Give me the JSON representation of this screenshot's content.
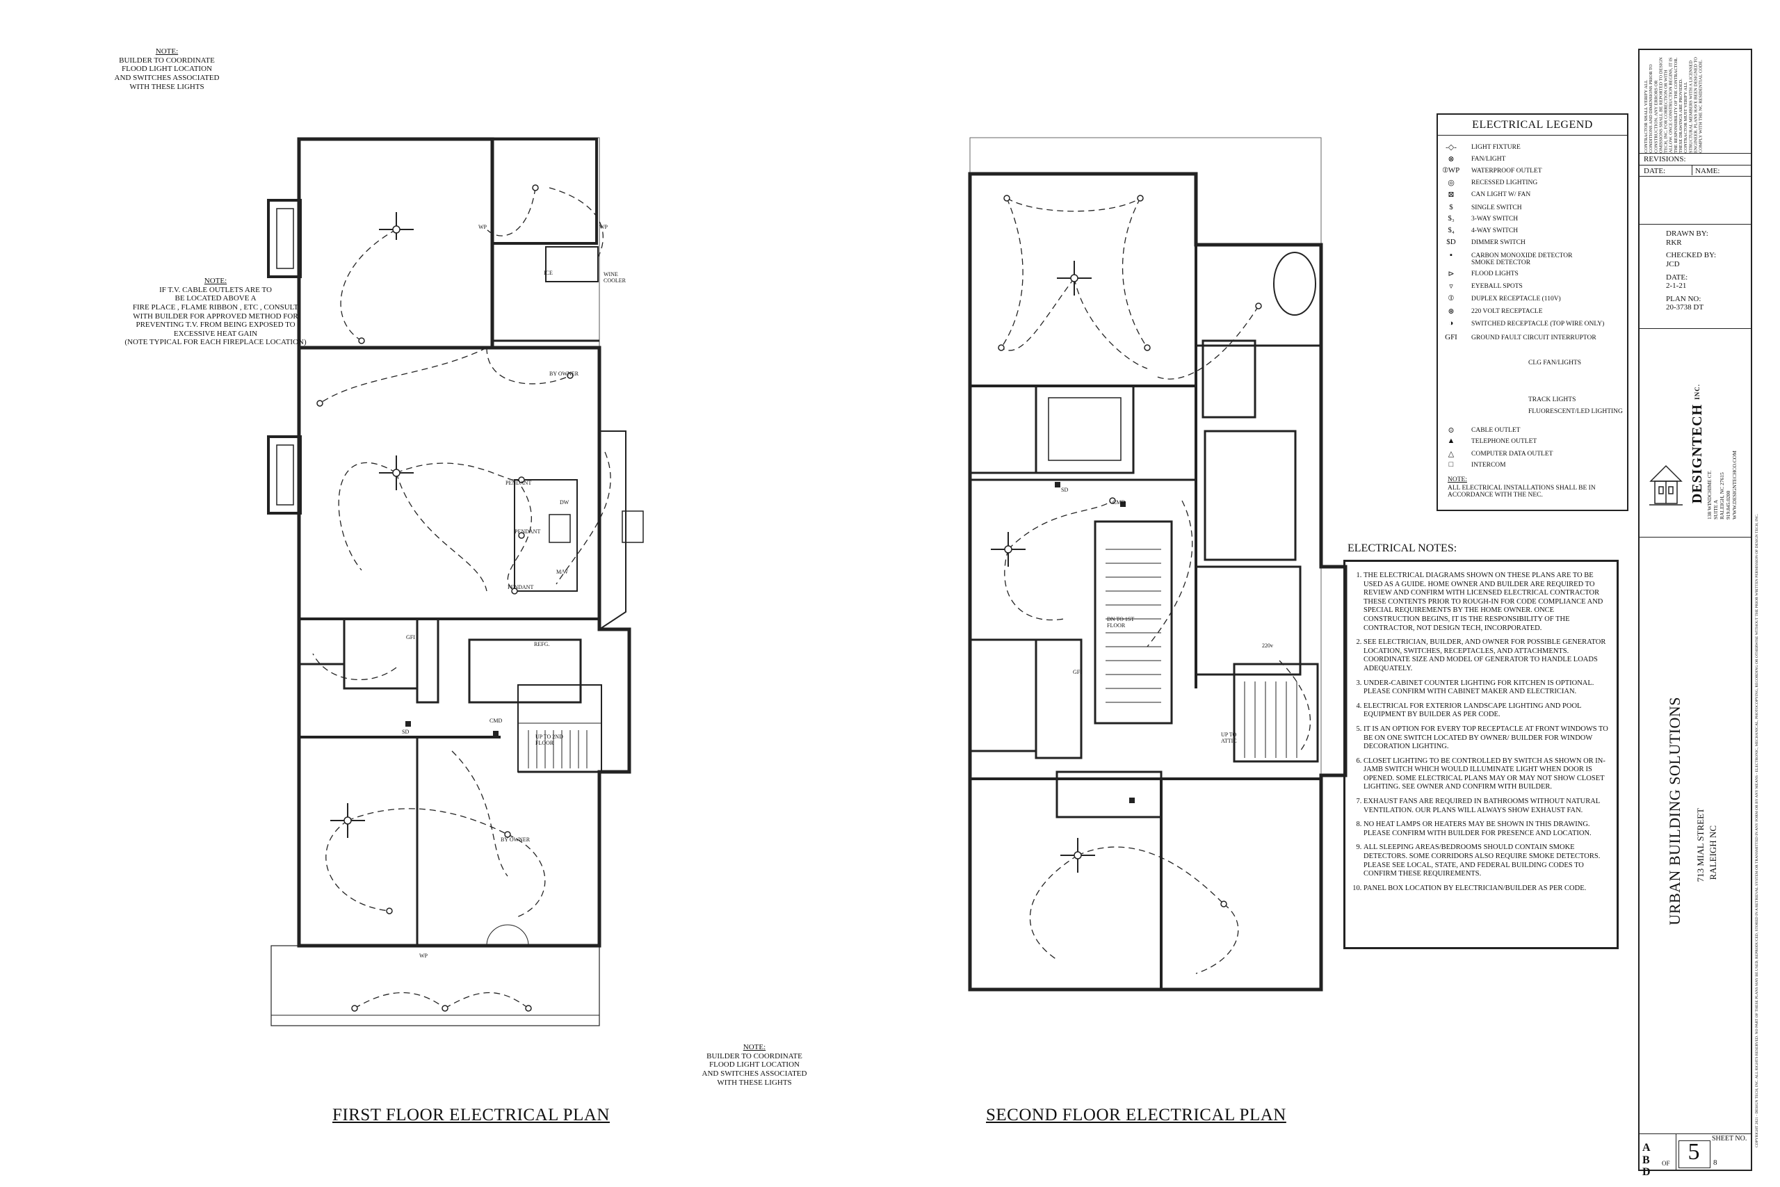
{
  "notes": {
    "top_left": {
      "heading": "NOTE:",
      "body": [
        "BUILDER TO COORDINATE",
        "FLOOD LIGHT LOCATION",
        "AND SWITCHES ASSOCIATED",
        "WITH THESE LIGHTS"
      ]
    },
    "fireplace": {
      "heading": "NOTE:",
      "body": [
        "IF T.V. CABLE OUTLETS ARE TO",
        "BE LOCATED ABOVE A",
        "FIRE PLACE , FLAME RIBBON , ETC , CONSULT",
        "WITH BUILDER FOR APPROVED METHOD FOR",
        "PREVENTING T.V. FROM BEING EXPOSED TO",
        "EXCESSIVE HEAT GAIN",
        "(NOTE TYPICAL FOR EACH FIREPLACE LOCATION)"
      ]
    },
    "bottom_center": {
      "heading": "NOTE:",
      "body": [
        "BUILDER TO COORDINATE",
        "FLOOD LIGHT LOCATION",
        "AND SWITCHES ASSOCIATED",
        "WITH THESE LIGHTS"
      ]
    }
  },
  "plan_titles": {
    "first": "FIRST FLOOR ELECTRICAL PLAN",
    "second": "SECOND FLOOR ELECTRICAL PLAN"
  },
  "floor1_labels": {
    "ice": "ICE",
    "wine": "WINE\nCOOLER",
    "by_owner_1": "BY OWNER",
    "pendant_1": "PENDANT",
    "pendant_2": "PENDANT",
    "pendant_3": "PENDANT",
    "dw": "DW",
    "mw": "M/W",
    "refg": "REFG.",
    "cmd": "CMD",
    "sd": "SD",
    "up": "UP TO\n2ND FLOOR",
    "by_owner_2": "BY OWNER",
    "wp1": "WP",
    "wp2": "WP",
    "wp3": "WP",
    "gfi": "GFI"
  },
  "floor2_labels": {
    "sd": "SD",
    "cmd": "CMD",
    "down": "DN TO\n1ST FLOOR",
    "attic": "UP TO\nATTIC",
    "wd": "220v",
    "gfi": "GFI"
  },
  "legend": {
    "title": "ELECTRICAL LEGEND",
    "items": [
      {
        "sym": "-◇-",
        "label": "LIGHT FIXTURE"
      },
      {
        "sym": "⊗",
        "label": "FAN/LIGHT"
      },
      {
        "sym": "⦶WP",
        "label": "WATERPROOF OUTLET"
      },
      {
        "sym": "◎",
        "label": "RECESSED LIGHTING"
      },
      {
        "sym": "⊠",
        "label": "CAN LIGHT W/ FAN"
      },
      {
        "sym": "$",
        "label": "SINGLE SWITCH"
      },
      {
        "sym": "$₃",
        "label": "3-WAY SWITCH"
      },
      {
        "sym": "$₄",
        "label": "4-WAY SWITCH"
      },
      {
        "sym": "$D",
        "label": "DIMMER SWITCH"
      },
      {
        "sym": "▪",
        "label": "CARBON MONOXIDE DETECTOR\nSMOKE DETECTOR"
      },
      {
        "sym": "⊳",
        "label": "FLOOD LIGHTS"
      },
      {
        "sym": "▿",
        "label": "EYEBALL SPOTS"
      },
      {
        "sym": "⦶",
        "label": "DUPLEX RECEPTACLE (110V)"
      },
      {
        "sym": "⊛",
        "label": "220 VOLT RECEPTACLE"
      },
      {
        "sym": "◑",
        "label": "SWITCHED RECEPTACLE (TOP WIRE ONLY)"
      },
      {
        "sym": "GFI",
        "label": "GROUND FAULT CIRCUIT INTERRUPTOR"
      },
      {
        "sym": "",
        "label": "CLG FAN/LIGHTS"
      },
      {
        "sym": "",
        "label": "TRACK LIGHTS"
      },
      {
        "sym": "",
        "label": "FLUORESCENT/LED LIGHTING"
      },
      {
        "sym": "⊙",
        "label": "CABLE OUTLET"
      },
      {
        "sym": "▲",
        "label": "TELEPHONE OUTLET"
      },
      {
        "sym": "△",
        "label": "COMPUTER DATA OUTLET"
      },
      {
        "sym": "□",
        "label": "INTERCOM"
      }
    ],
    "note_heading": "NOTE:",
    "note_text": "ALL ELECTRICAL INSTALLATIONS SHALL BE IN ACCORDANCE WITH THE NEC."
  },
  "electrical_notes": {
    "title": "ELECTRICAL NOTES:",
    "items": [
      "THE ELECTRICAL DIAGRAMS SHOWN ON THESE PLANS ARE TO BE USED AS A GUIDE. HOME OWNER AND BUILDER ARE REQUIRED TO REVIEW AND CONFIRM WITH LICENSED ELECTRICAL CONTRACTOR THESE CONTENTS PRIOR TO ROUGH-IN FOR CODE COMPLIANCE AND SPECIAL REQUIREMENTS BY THE HOME OWNER. ONCE CONSTRUCTION BEGINS, IT IS THE RESPONSIBILITY OF THE CONTRACTOR, NOT DESIGN TECH, INCORPORATED.",
      "SEE ELECTRICIAN, BUILDER, AND OWNER FOR POSSIBLE GENERATOR LOCATION, SWITCHES, RECEPTACLES, AND ATTACHMENTS. COORDINATE SIZE AND MODEL OF GENERATOR TO HANDLE LOADS ADEQUATELY.",
      "UNDER-CABINET COUNTER LIGHTING FOR KITCHEN IS OPTIONAL. PLEASE CONFIRM WITH CABINET MAKER AND ELECTRICIAN.",
      "ELECTRICAL FOR EXTERIOR LANDSCAPE LIGHTING AND POOL EQUIPMENT BY BUILDER AS PER CODE.",
      "IT IS AN OPTION FOR EVERY TOP RECEPTACLE AT FRONT WINDOWS TO BE ON ONE SWITCH LOCATED BY OWNER/ BUILDER FOR WINDOW DECORATION LIGHTING.",
      "CLOSET LIGHTING TO BE CONTROLLED BY SWITCH AS SHOWN OR IN-JAMB SWITCH WHICH WOULD ILLUMINATE LIGHT WHEN DOOR IS OPENED. SOME ELECTRICAL PLANS MAY OR MAY NOT SHOW CLOSET LIGHTING. SEE OWNER AND CONFIRM WITH BUILDER.",
      "EXHAUST FANS ARE REQUIRED IN BATHROOMS WITHOUT NATURAL VENTILATION. OUR PLANS WILL ALWAYS SHOW EXHAUST FAN.",
      "NO HEAT LAMPS OR HEATERS MAY BE SHOWN IN THIS DRAWING. PLEASE CONFIRM WITH BUILDER FOR PRESENCE AND LOCATION.",
      "ALL SLEEPING AREAS/BEDROOMS SHOULD CONTAIN SMOKE DETECTORS. SOME CORRIDORS ALSO REQUIRE SMOKE DETECTORS. PLEASE SEE LOCAL, STATE, AND FEDERAL BUILDING CODES TO CONFIRM THESE REQUIREMENTS.",
      "PANEL BOX LOCATION BY ELECTRICIAN/BUILDER AS PER CODE."
    ]
  },
  "title_block": {
    "disclaimer": "CONTRACTOR SHALL VERIFY ALL CONDITIONS AND DIMENSIONS PRIOR TO CONSTRUCTION. ANY ERRORS OR OMISSIONS SHALL BE REPORTED TO DESIGN TECH, INC. FOR CORRECTION OR WITH ALLOW. ONCE CONSTRUCTION BEGINS, IT IS THE RESPONSIBILITY OF THE CONTRACTOR. THESE DRAWINGS ARE PROVIDED. CONTRACTOR MUST VERIFY ALL STRUCTURAL MEMBERS WITH A LICENSED ENGINEER. PLANS HAVE BEEN DESIGNED TO COMPLY WITH THE NC RESIDENTIAL CODE.",
    "revisions": "REVISIONS:",
    "date_col": "DATE:",
    "name_col": "NAME:",
    "drawn_by_label": "DRAWN BY:",
    "drawn_by": "RKR",
    "checked_by_label": "CHECKED BY:",
    "checked_by": "JCD",
    "date_label": "DATE:",
    "date": "2-1-21",
    "plan_no_label": "PLAN NO:",
    "plan_no": "20-3738 DT",
    "company": "DESIGNTECH",
    "company_suffix": "INC.",
    "company_address": [
      "138 WINDCHIME CT.",
      "SUITE A",
      "RALEIGH, NC 27615",
      "919.845.0200",
      "WWW.DESIGNTECHCO.COM"
    ],
    "project": "URBAN BUILDING SOLUTIONS",
    "street": "713 MIAL STREET",
    "city": "RALEIGH NC",
    "sheet_label": "SHEET NO.",
    "sheet_no": "5",
    "of_label": "OF",
    "of_total": "8",
    "ab_logo": "A B D",
    "copyright": "COPYRIGHT 2021 - DESIGN TECH, INC. ALL RIGHTS RESERVED. NO PART OF THESE PLANS MAY BE USED, REPRODUCED, STORED IN A RETRIEVAL SYSTEM OR TRANSMITTED IN ANY FORM OR BY ANY MEANS - ELECTRONIC, MECHANICAL, PHOTOCOPYING, RECORDING OR OTHERWISE WITHOUT THE PRIOR WRITTEN PERMISSION OF DESIGN TECH, INC."
  }
}
